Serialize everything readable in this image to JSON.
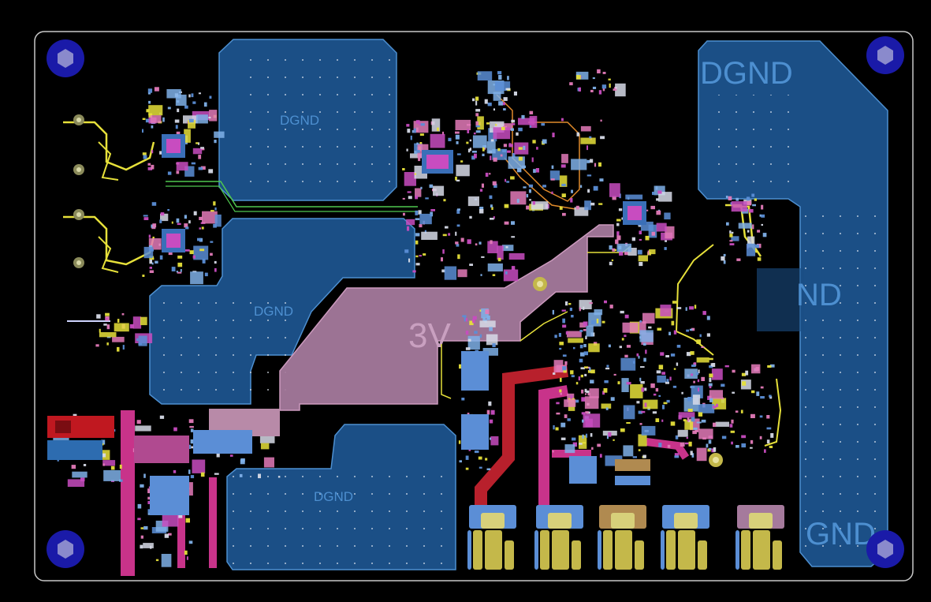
{
  "board": {
    "net_labels": {
      "top_left_pour": "DGND",
      "top_right_pour": "DGND",
      "mid_left_pour": "DGND",
      "bottom_center_pour": "DGND",
      "right_mid_pour": "ND",
      "right_bottom_pour": "GND",
      "power_pour": "3V"
    }
  },
  "colors": {
    "background": "#000000",
    "outline": "#c8c8c8",
    "ground_pour": "#1b4f86",
    "ground_pour_edge": "#4d8fd0",
    "power_pour": "#a57a9c",
    "power_pour_edge": "#d7a3c9",
    "top_trace": "#d63b8c",
    "yellow_trace": "#e6e03a",
    "orange_trace": "#e08a2a",
    "green_trace": "#4fc84f",
    "mounting_hole": "#1a1aa8",
    "pad_blue": "#5b8ed6",
    "pad_magenta": "#c84cc0",
    "pad_red": "#c01820"
  }
}
